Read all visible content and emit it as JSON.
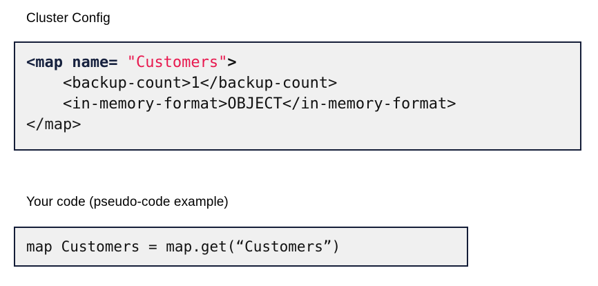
{
  "page": {
    "background_color": "#ffffff",
    "accent_border_color": "#141d38",
    "code_background_color": "#f0f0f0",
    "string_color": "#e8194f",
    "tag_color": "#16213e"
  },
  "sections": [
    {
      "heading": "Cluster Config",
      "code": {
        "language": "xml",
        "lines": [
          {
            "indent": "",
            "tokens": [
              {
                "text": "<map name= ",
                "type": "tag-open"
              },
              {
                "text": "\"Customers\"",
                "type": "string"
              },
              {
                "text": ">",
                "type": "punct"
              }
            ]
          },
          {
            "indent": "    ",
            "tokens": [
              {
                "text": "<backup-count>1</backup-count>",
                "type": "plain"
              }
            ]
          },
          {
            "indent": "    ",
            "tokens": [
              {
                "text": "<in-memory-format>OBJECT</in-memory-format>",
                "type": "plain"
              }
            ]
          },
          {
            "indent": "",
            "tokens": [
              {
                "text": "</map>",
                "type": "tag-close"
              }
            ]
          }
        ]
      }
    },
    {
      "heading": "Your code (pseudo-code example)",
      "code": {
        "language": "pseudocode",
        "lines": [
          {
            "indent": "",
            "tokens": [
              {
                "text": "map Customers = map.get(“Customers”)",
                "type": "plain"
              }
            ]
          }
        ]
      }
    }
  ]
}
